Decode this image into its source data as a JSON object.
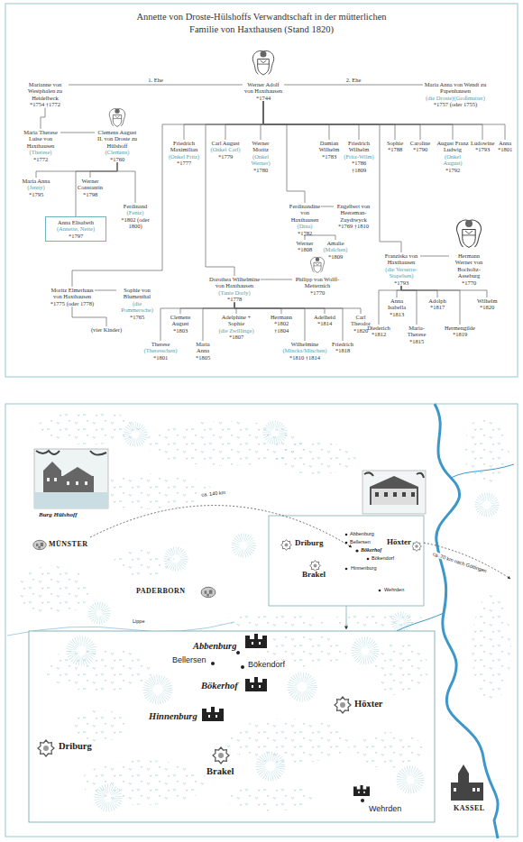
{
  "diagram": {
    "title": "Annette von Droste-Hülshoffs Verwandtschaft in der mütterlichen Familie von Haxthausen (Stand 1820)",
    "nodes": [
      {
        "text": [
          "Werner Adolf von Haxthausen",
          "*1744"
        ]
      },
      {
        "text": [
          "Marianne von Westphalen zu Heidelbeck",
          "*1754 †1772"
        ]
      },
      {
        "text": [
          "Maria Anna von Wendt zu Papenhausen",
          "(die Droste)(Großmutter)",
          "*1757 (oder 1755)"
        ]
      },
      {
        "text": [
          "Maria Therese Luise von Haxthausen",
          "(Therese)",
          "*1772"
        ]
      },
      {
        "text": [
          "Clemens August II. von Droste zu Hülshoff",
          "(Clemens)",
          "*1760"
        ]
      },
      {
        "text": [
          "Maria Anna",
          "(Jenny)",
          "*1795"
        ]
      },
      {
        "text": [
          "Werner Constantin",
          "*1798"
        ]
      },
      {
        "text": [
          "Anna Elisabeth",
          "(Annette, Nette)",
          "*1797"
        ]
      },
      {
        "text": [
          "Ferdinand",
          "(Fentz)",
          "*1802 (oder 1800)"
        ]
      },
      {
        "text": [
          "Friedrich Maximilian",
          "(Onkel Fritz)",
          "*1777"
        ]
      },
      {
        "text": [
          "Carl August",
          "(Onkel Carl)",
          "*1779"
        ]
      },
      {
        "text": [
          "Werner Moritz",
          "(Onkel Werner)",
          "*1780"
        ]
      },
      {
        "text": [
          "Damian Wilhelm",
          "*1783"
        ]
      },
      {
        "text": [
          "Friedrich Wilhelm",
          "(Fritz-Wilm)",
          "*1786 †1809"
        ]
      },
      {
        "text": [
          "Sophie",
          "*1788"
        ]
      },
      {
        "text": [
          "Caroline",
          "*1790"
        ]
      },
      {
        "text": [
          "August Franz Ludwig",
          "(Onkel August)",
          "*1792"
        ]
      },
      {
        "text": [
          "Ludowine",
          "*1793"
        ]
      },
      {
        "text": [
          "Anna",
          "*1801"
        ]
      },
      {
        "text": [
          "Ferdinandine von Haxthausen",
          "(Dina)",
          "*1782"
        ]
      },
      {
        "text": [
          "Engelbert von Heereman-Zuydtwyck",
          "*1769 †1810"
        ]
      },
      {
        "text": [
          "Werner",
          "*1808"
        ]
      },
      {
        "text": [
          "Amalie",
          "(Malchen)",
          "*1809"
        ]
      },
      {
        "text": [
          "Franziska von Haxthausen",
          "(die Verserre-Stapelsen)",
          "*1793"
        ]
      },
      {
        "text": [
          "Hermann Werner von Bocholtz-Asseburg",
          "*1770"
        ]
      },
      {
        "text": [
          "Anna Isabella",
          "*1813"
        ]
      },
      {
        "text": [
          "Adolph",
          "*1817"
        ]
      },
      {
        "text": [
          "Wilhelm",
          "*1820"
        ]
      },
      {
        "text": [
          "Diederich",
          "*1812"
        ]
      },
      {
        "text": [
          "Maria-Therese",
          "*1815"
        ]
      },
      {
        "text": [
          "Hermengilde",
          "*1819"
        ]
      },
      {
        "text": [
          "Moritz Elmerhaus von Haxthausen",
          "*1775 (oder 1778)"
        ]
      },
      {
        "text": [
          "Sophie von Blumenthal",
          "(die Pommersche)",
          "*1765"
        ]
      },
      {
        "text": [
          "(vier Kinder)"
        ]
      },
      {
        "text": [
          "Dorothea Wilhelmine von Haxthausen",
          "(Tante Dorly)",
          "*1778"
        ]
      },
      {
        "text": [
          "Philipp von Wolff-Metternich",
          "*1770"
        ]
      },
      {
        "text": [
          "Clemens August",
          "*1803"
        ]
      },
      {
        "text": [
          "Adelphine + Sophie",
          "(die Zwillinge)",
          "*1807"
        ]
      },
      {
        "text": [
          "Hermann",
          "*1802 †1804"
        ]
      },
      {
        "text": [
          "Adelheid",
          "*1814"
        ]
      },
      {
        "text": [
          "Carl Theodor",
          "*1820"
        ]
      },
      {
        "text": [
          "Therese",
          "(Theresschen)",
          "*1801"
        ]
      },
      {
        "text": [
          "Maria Anna",
          "*1805"
        ]
      },
      {
        "text": [
          "Wilhelmine",
          "(Mincka/Minchen)",
          "*1810 †1814"
        ]
      },
      {
        "text": [
          "Friedrich",
          "*1818"
        ]
      }
    ],
    "edges": [
      {
        "from": 0,
        "to": 1,
        "arrow": "none",
        "label": "1. Ehe"
      },
      {
        "from": 0,
        "to": 2,
        "arrow": "none",
        "label": "2. Ehe"
      },
      {
        "from": 1,
        "to": 3,
        "arrow": "none"
      },
      {
        "from": 3,
        "to": 4,
        "arrow": "none"
      },
      {
        "from": 4,
        "to": 5,
        "arrow": "none"
      },
      {
        "from": 4,
        "to": 6,
        "arrow": "none"
      },
      {
        "from": 4,
        "to": 7,
        "arrow": "none"
      },
      {
        "from": 4,
        "to": 8,
        "arrow": "none"
      },
      {
        "from": 0,
        "to": 9,
        "arrow": "none"
      },
      {
        "from": 0,
        "to": 10,
        "arrow": "none"
      },
      {
        "from": 0,
        "to": 11,
        "arrow": "none"
      },
      {
        "from": 0,
        "to": 12,
        "arrow": "none"
      },
      {
        "from": 0,
        "to": 13,
        "arrow": "none"
      },
      {
        "from": 0,
        "to": 14,
        "arrow": "none"
      },
      {
        "from": 0,
        "to": 15,
        "arrow": "none"
      },
      {
        "from": 0,
        "to": 16,
        "arrow": "none"
      },
      {
        "from": 0,
        "to": 17,
        "arrow": "none"
      },
      {
        "from": 0,
        "to": 18,
        "arrow": "none"
      },
      {
        "from": 0,
        "to": 19,
        "arrow": "none"
      },
      {
        "from": 0,
        "to": 23,
        "arrow": "none"
      },
      {
        "from": 0,
        "to": 31,
        "arrow": "none"
      },
      {
        "from": 0,
        "to": 34,
        "arrow": "none"
      },
      {
        "from": 19,
        "to": 20,
        "arrow": "none"
      },
      {
        "from": 19,
        "to": 21,
        "arrow": "none"
      },
      {
        "from": 19,
        "to": 22,
        "arrow": "none"
      },
      {
        "from": 23,
        "to": 24,
        "arrow": "none"
      },
      {
        "from": 23,
        "to": 25,
        "arrow": "none"
      },
      {
        "from": 23,
        "to": 26,
        "arrow": "none"
      },
      {
        "from": 23,
        "to": 27,
        "arrow": "none"
      },
      {
        "from": 23,
        "to": 28,
        "arrow": "none"
      },
      {
        "from": 23,
        "to": 29,
        "arrow": "none"
      },
      {
        "from": 23,
        "to": 30,
        "arrow": "none"
      },
      {
        "from": 31,
        "to": 32,
        "arrow": "none"
      },
      {
        "from": 31,
        "to": 33,
        "arrow": "none"
      },
      {
        "from": 34,
        "to": 35,
        "arrow": "none"
      },
      {
        "from": 34,
        "to": 36,
        "arrow": "none"
      },
      {
        "from": 34,
        "to": 37,
        "arrow": "none"
      },
      {
        "from": 34,
        "to": 38,
        "arrow": "none"
      },
      {
        "from": 34,
        "to": 39,
        "arrow": "none"
      },
      {
        "from": 34,
        "to": 40,
        "arrow": "none"
      },
      {
        "from": 34,
        "to": 41,
        "arrow": "none"
      },
      {
        "from": 34,
        "to": 42,
        "arrow": "none"
      },
      {
        "from": 34,
        "to": 43,
        "arrow": "none"
      },
      {
        "from": 34,
        "to": 44,
        "arrow": "none"
      }
    ],
    "labels": [
      "Burg Hülshoff",
      "MÜNSTER",
      "ca. 140 km",
      "PADERBORN",
      "Lippe",
      "Driburg",
      "Brakel",
      "Höxter",
      "Abbenburg",
      "Bellersen",
      "Bökerhof",
      "Bökendorf",
      "Hinnenburg",
      "Wehrden",
      "ca. 70 km nach Göttingen",
      "Abbenburg",
      "Bellersen",
      "Bökendorf",
      "Bökerhof",
      "Hinnenburg",
      "Höxter",
      "Driburg",
      "Brakel",
      "Wehrden",
      "KASSEL"
    ]
  }
}
